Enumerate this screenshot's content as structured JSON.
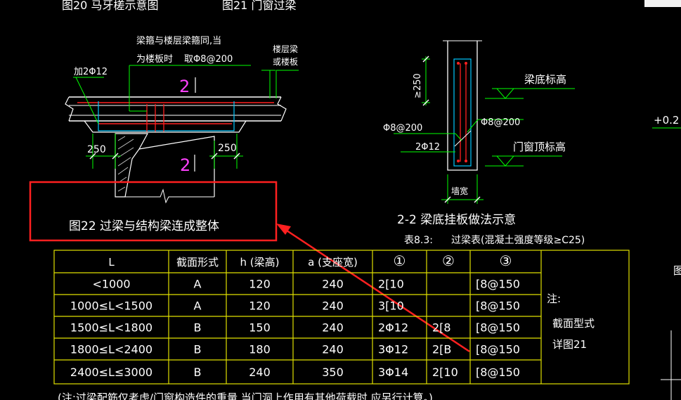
{
  "colors": {
    "background": "#000000",
    "text": "#ffffff",
    "line_white": "#ffffff",
    "line_green": "#00ff00",
    "line_red": "#ff2020",
    "line_cyan": "#00c8ff",
    "magenta_text": "#ff40ff",
    "callout_red": "#ff2020",
    "hatch": "#d0d0d0"
  },
  "header": {
    "fig20_title": "图20  马牙槎示意图",
    "fig21_title": "图21  门窗过梁"
  },
  "fig22": {
    "callout_top1": "梁箍与楼层梁箍同,当",
    "callout_top2": "为楼板时",
    "callout_top3": "取Φ8@200",
    "callout_left": "加2Φ12",
    "callout_right1": "楼层梁",
    "callout_right2": "或楼板",
    "section_mark_top": "2",
    "section_mark_bottom": "2",
    "dim_left": "250",
    "dim_right": "250",
    "caption": "图22  过梁与结构梁连成整体"
  },
  "section22": {
    "dim_height": "≥250",
    "label_beam_bottom": "梁底标高",
    "label_stirrup_left": "Φ8@200",
    "label_stirrup_right": "Φ8@200",
    "label_bars": "2Φ12",
    "label_door_top": "门窗顶标高",
    "label_wall": "墙宽",
    "title": "2-2  梁底挂板做法示意"
  },
  "right_edge": {
    "elevation": "+0.2",
    "fig_fragment": "图"
  },
  "table": {
    "caption_prefix": "表8.3:",
    "caption_text": "过梁表(混凝土强度等级≥C25)",
    "headers": [
      "L",
      "截面形式",
      "h (梁高)",
      "a (支座宽)",
      "①",
      "②",
      "③"
    ],
    "rows": [
      [
        "<1000",
        "A",
        "120",
        "240",
        "2[10",
        "",
        "[8@150"
      ],
      [
        "1000≤L<1500",
        "A",
        "120",
        "240",
        "3[10",
        "",
        "[8@150"
      ],
      [
        "1500≤L<1800",
        "B",
        "150",
        "240",
        "2Φ12",
        "2[8",
        "[8@150"
      ],
      [
        "1800≤L<2400",
        "B",
        "180",
        "240",
        "3Φ12",
        "2[B",
        "[8@150"
      ],
      [
        "2400≤L≤3000",
        "B",
        "240",
        "350",
        "3Φ14",
        "2[10",
        "[8@150"
      ]
    ],
    "note_title": "注:",
    "note_line1": "截面型式",
    "note_line2": "详图21",
    "footnote": "(注:过梁配筋仅考虑/门窗构造件的重量,当门洞上作用有其他荷载时,应另行计算。)"
  }
}
